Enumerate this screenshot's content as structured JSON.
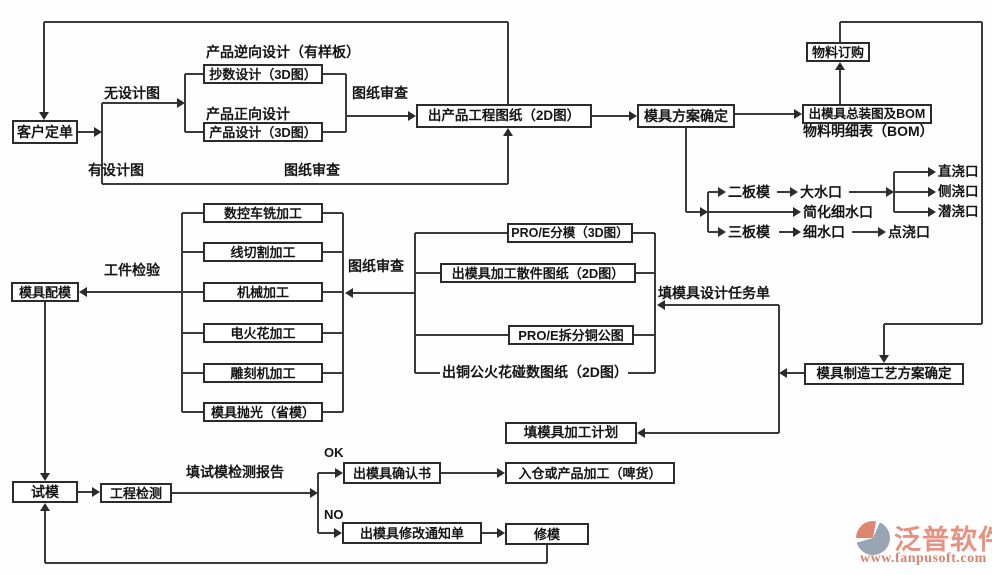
{
  "diagram": {
    "nodes": {
      "customer_order": "客户定单",
      "copy_design": "抄数设计（3D图）",
      "product_design": "产品设计（3D图）",
      "product_eng_drawing": "出产品工程图纸（2D图）",
      "mold_plan_confirm": "模具方案确定",
      "mold_assembly_bom": "出模具总装图及BOM",
      "material_order": "物料订购",
      "cnc_milling": "数控车铣加工",
      "wire_cutting": "线切割加工",
      "machining": "机械加工",
      "edm": "电火花加工",
      "engraving": "雕刻机加工",
      "polishing": "模具抛光（省模）",
      "mold_fitting": "模具配模",
      "proe_parting": "PRO/E分模（3D图）",
      "mold_parts_drawing": "出模具加工散件图纸（2D图）",
      "proe_copper_split": "PRO/E拆分铜公图",
      "mold_process_confirm": "模具制造工艺方案确定",
      "mold_machining_plan": "填模具加工计划",
      "trial_mold": "试模",
      "engineering_test": "工程检测",
      "mold_confirmation": "出模具确认书",
      "warehouse_or_production": "入仓或产品加工（啤货）",
      "mold_modify_notice": "出模具修改通知单",
      "mold_repair": "修模"
    },
    "labels": {
      "reverse_design": "产品逆向设计（有样板）",
      "no_design": "无设计图",
      "forward_design": "产品正向设计",
      "drawing_review_top": "图纸审查",
      "has_design": "有设计图",
      "drawing_review_bottom": "图纸审查",
      "bom_list": "物料明细表（BOM）",
      "two_plate_mold": "二板模",
      "big_gate": "大水口",
      "simplified_fine_gate": "简化细水口",
      "three_plate_mold": "三板模",
      "fine_gate": "细水口",
      "pin_gate": "点浇口",
      "direct_gate": "直浇口",
      "side_gate": "侧浇口",
      "submarine_gate": "潜浇口",
      "part_inspection": "工件检验",
      "drawing_review_mid": "图纸审查",
      "design_task_sheet": "填模具设计任务单",
      "copper_spark_drawing": "出铜公火花碰数图纸（2D图）",
      "trial_test_report": "填试模检测报告",
      "ok": "OK",
      "no": "NO"
    },
    "branding": {
      "name": "泛普软件",
      "url": "www.fanpusoft.com"
    },
    "colors": {
      "line": "#3a3a3a",
      "brand_salmon": "#e59280",
      "brand_gray": "#9aa5b3"
    }
  }
}
